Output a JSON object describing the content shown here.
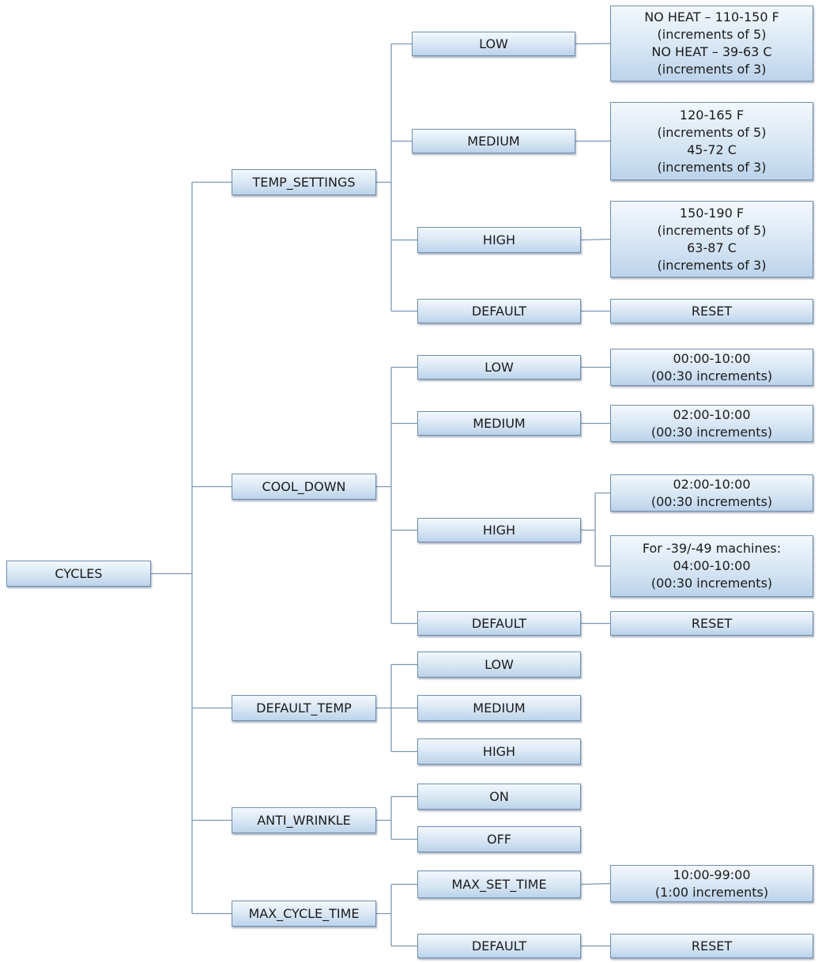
{
  "diagram": {
    "root": {
      "label": "CYCLES"
    },
    "groups": [
      {
        "label": "TEMP_SETTINGS",
        "options": [
          {
            "label": "LOW",
            "details": [
              [
                "NO HEAT – 110-150 F",
                "(increments of 5)",
                "NO HEAT – 39-63 C",
                "(increments of 3)"
              ]
            ]
          },
          {
            "label": "MEDIUM",
            "details": [
              [
                "120-165 F",
                "(increments of 5)",
                "45-72 C",
                "(increments of 3)"
              ]
            ]
          },
          {
            "label": "HIGH",
            "details": [
              [
                "150-190 F",
                "(increments of 5)",
                "63-87 C",
                "(increments of 3)"
              ]
            ]
          },
          {
            "label": "DEFAULT",
            "details": [
              [
                "RESET"
              ]
            ]
          }
        ]
      },
      {
        "label": "COOL_DOWN",
        "options": [
          {
            "label": "LOW",
            "details": [
              [
                "00:00-10:00",
                "(00:30 increments)"
              ]
            ]
          },
          {
            "label": "MEDIUM",
            "details": [
              [
                "02:00-10:00",
                "(00:30 increments)"
              ]
            ]
          },
          {
            "label": "HIGH",
            "details": [
              [
                "02:00-10:00",
                "(00:30 increments)"
              ],
              [
                "For -39/-49 machines:",
                "04:00-10:00",
                "(00:30 increments)"
              ]
            ]
          },
          {
            "label": "DEFAULT",
            "details": [
              [
                "RESET"
              ]
            ]
          }
        ]
      },
      {
        "label": "DEFAULT_TEMP",
        "options": [
          {
            "label": "LOW",
            "details": []
          },
          {
            "label": "MEDIUM",
            "details": []
          },
          {
            "label": "HIGH",
            "details": []
          }
        ]
      },
      {
        "label": "ANTI_WRINKLE",
        "options": [
          {
            "label": "ON",
            "details": []
          },
          {
            "label": "OFF",
            "details": []
          }
        ]
      },
      {
        "label": "MAX_CYCLE_TIME",
        "options": [
          {
            "label": "MAX_SET_TIME",
            "details": [
              [
                "10:00-99:00",
                "(1:00 increments)"
              ]
            ]
          },
          {
            "label": "DEFAULT",
            "details": [
              [
                "RESET"
              ]
            ]
          }
        ]
      }
    ]
  }
}
